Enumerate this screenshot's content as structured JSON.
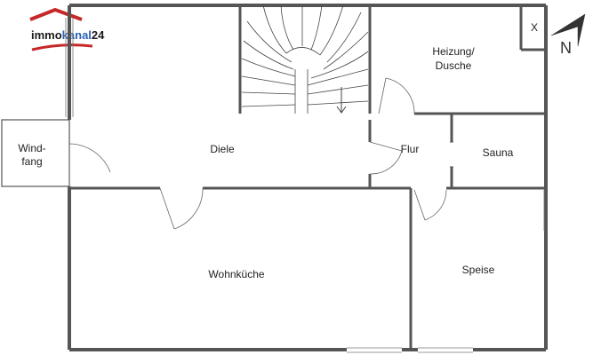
{
  "logo": {
    "text_a": "immo",
    "text_b": "kanal",
    "text_c": "24",
    "accent": "#c62828",
    "blue": "#2a63b4"
  },
  "rooms": {
    "windfang_1": "Wind-",
    "windfang_2": "fang",
    "diele": "Diele",
    "heizung_1": "Heizung/",
    "heizung_2": "Dusche",
    "flur": "Flur",
    "sauna": "Sauna",
    "wohnkueche": "Wohnküche",
    "speise": "Speise",
    "x_mark": "X"
  },
  "compass": {
    "label": "N"
  },
  "colors": {
    "wall": "#555555",
    "background": "#ffffff"
  }
}
